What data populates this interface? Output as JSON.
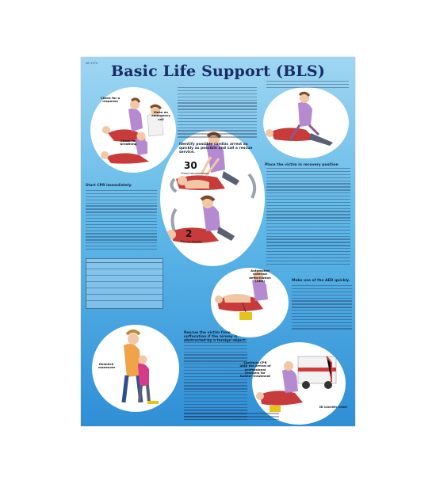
{
  "poster": {
    "code": "VR 1770",
    "title": "Basic Life Support (BLS)",
    "labels": {
      "check_response": "Check for a response",
      "emergency_call": "Make an emergency call",
      "check_breathing": "Check for breathing",
      "thirty": "30",
      "chest_compressions": "Chest compressions",
      "two": "2",
      "rescue_breaths": "Rescue breaths",
      "aed": "Automated external defibrillation (AED)",
      "heimlich": "Heimlich maneuver",
      "continue_cpr": "Continue CPR until the arrival of professional rescuers for further treatment"
    },
    "headings": {
      "identify": "Identify possible cardiac arrest as quickly as possible and call a rescue service.",
      "start_cpr": "Start CPR immediately.",
      "recovery": "Place the victim in recovery position",
      "aed_use": "Make use of the AED quickly.",
      "rescue": "Rescue the victim from suffocation if the airway is obstructed by a foreign object."
    },
    "brand": "3B Scientific GmbH",
    "colors": {
      "title": "#1a2c66",
      "bg_top": "#9fd6f2",
      "bg_bottom": "#2f8fd6"
    }
  }
}
